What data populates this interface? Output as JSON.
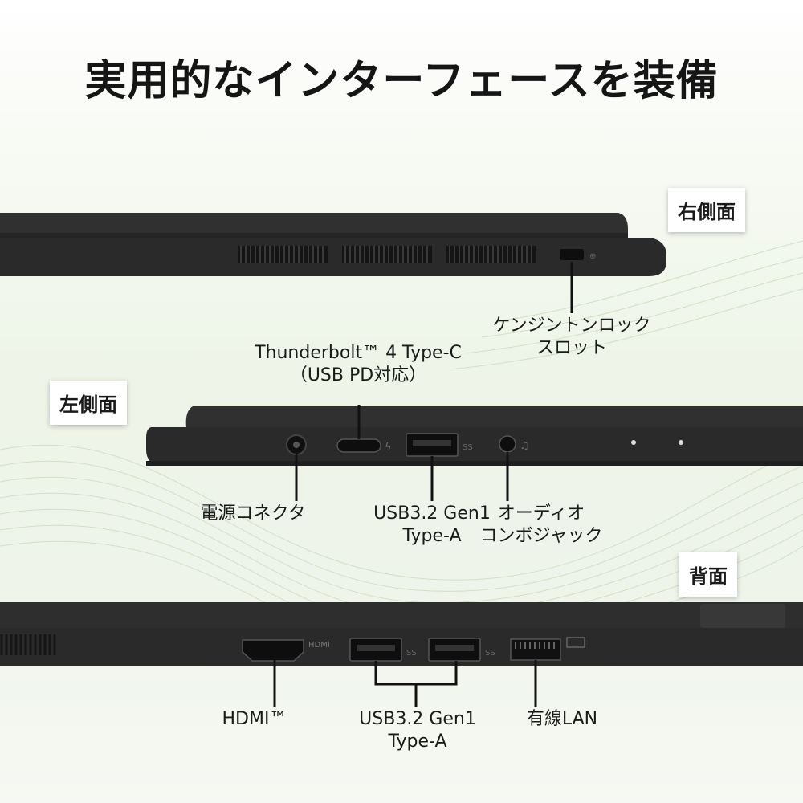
{
  "title": "実用的なインターフェースを装備",
  "sections": {
    "right": {
      "label": "右側面"
    },
    "left": {
      "label": "左側面"
    },
    "back": {
      "label": "背面"
    }
  },
  "callouts": {
    "kensington": {
      "line1": "ケンジントンロック",
      "line2": "スロット"
    },
    "thunderbolt": {
      "line1": "Thunderbolt™ 4 Type-C",
      "line2": "（USB PD対応）"
    },
    "power": {
      "line1": "電源コネクタ"
    },
    "usb_left": {
      "line1": "USB3.2 Gen1",
      "line2": "Type-A"
    },
    "audio": {
      "line1": "オーディオ",
      "line2": "コンボジャック"
    },
    "hdmi": {
      "line1": "HDMI™"
    },
    "usb_back": {
      "line1": "USB3.2 Gen1",
      "line2": "Type-A"
    },
    "lan": {
      "line1": "有線LAN"
    }
  },
  "colors": {
    "body": "#2b2b2b",
    "accent_bg": "#e9f2e2",
    "text": "#1a1a1a"
  }
}
